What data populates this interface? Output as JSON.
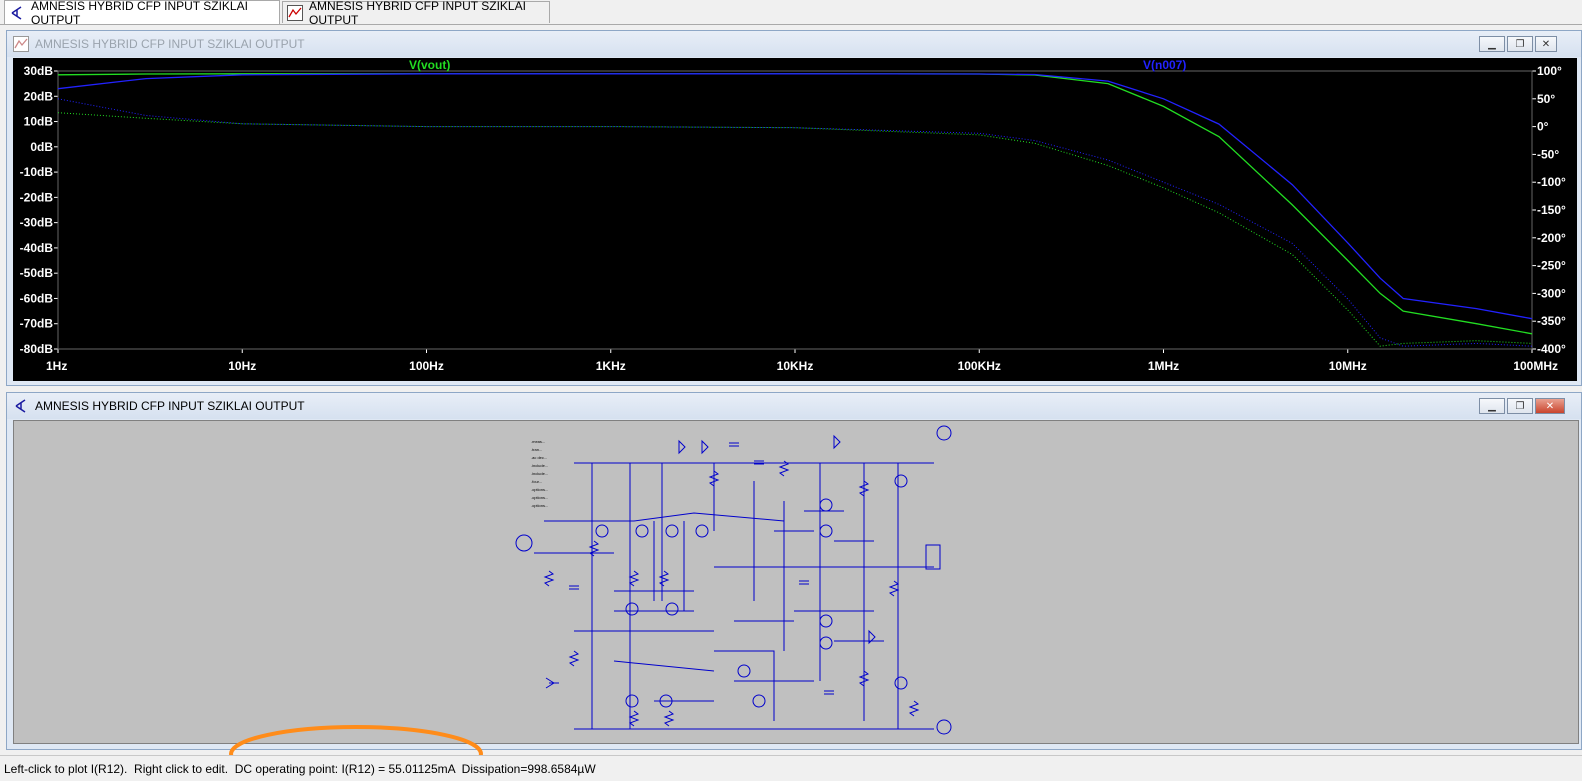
{
  "tabs": [
    {
      "label": "AMNESIS HYBRID CFP INPUT SZIKLAI OUTPUT",
      "icon": "schematic-icon"
    },
    {
      "label": "AMNESIS HYBRID CFP INPUT SZIKLAI OUTPUT",
      "icon": "waveform-icon"
    }
  ],
  "plot_window": {
    "title": "AMNESIS HYBRID CFP INPUT SZIKLAI OUTPUT",
    "icon": "waveform-icon"
  },
  "schematic_window": {
    "title": "AMNESIS HYBRID CFP INPUT SZIKLAI OUTPUT",
    "icon": "schematic-icon"
  },
  "status_bar": {
    "text": "Left-click to plot I(R12).  Right click to edit.  DC operating point: I(R12) = 55.01125mA  Dissipation=998.6584µW"
  },
  "colors": {
    "vout": "#22dd22",
    "n007": "#2222ff",
    "annotation": "#ff8c1a",
    "wire": "#0000cc"
  },
  "chart_data": {
    "type": "line",
    "x_scale": "log",
    "xlim": [
      1,
      100000000
    ],
    "x_ticks": [
      "1Hz",
      "10Hz",
      "100Hz",
      "1KHz",
      "10KHz",
      "100KHz",
      "1MHz",
      "10MHz",
      "100MHz"
    ],
    "ylim_left": [
      -80,
      30
    ],
    "y_ticks_left": [
      "30dB",
      "20dB",
      "10dB",
      "0dB",
      "-10dB",
      "-20dB",
      "-30dB",
      "-40dB",
      "-50dB",
      "-60dB",
      "-70dB",
      "-80dB"
    ],
    "ylim_right": [
      -400,
      100
    ],
    "y_ticks_right": [
      "100°",
      "50°",
      "0°",
      "-50°",
      "-100°",
      "-150°",
      "-200°",
      "-250°",
      "-300°",
      "-350°",
      "-400°"
    ],
    "series": [
      {
        "name": "V(vout)",
        "color": "#22dd22",
        "x": [
          1,
          3,
          10,
          100,
          1000,
          10000,
          100000,
          200000,
          500000,
          1000000,
          2000000,
          5000000,
          10000000,
          15000000,
          20000000,
          50000000,
          100000000
        ],
        "magnitude_db": [
          28.5,
          28.8,
          28.9,
          28.9,
          28.9,
          28.9,
          28.8,
          28.4,
          25,
          16,
          4,
          -23,
          -45,
          -58,
          -65,
          -70,
          -74
        ],
        "phase_deg": [
          25,
          15,
          5,
          0,
          0,
          -2,
          -15,
          -30,
          -70,
          -110,
          -155,
          -230,
          -330,
          -395,
          -390,
          -385,
          -390
        ]
      },
      {
        "name": "V(n007)",
        "color": "#2222ff",
        "x": [
          1,
          3,
          10,
          100,
          1000,
          10000,
          100000,
          200000,
          500000,
          1000000,
          2000000,
          5000000,
          10000000,
          15000000,
          20000000,
          50000000,
          100000000
        ],
        "magnitude_db": [
          23,
          27,
          28.5,
          28.9,
          28.9,
          28.9,
          28.8,
          28.6,
          26,
          19,
          9,
          -15,
          -38,
          -52,
          -60,
          -64,
          -68
        ],
        "phase_deg": [
          50,
          20,
          5,
          0,
          0,
          -2,
          -12,
          -25,
          -60,
          -100,
          -140,
          -210,
          -310,
          -380,
          -395,
          -390,
          -395
        ]
      }
    ]
  }
}
